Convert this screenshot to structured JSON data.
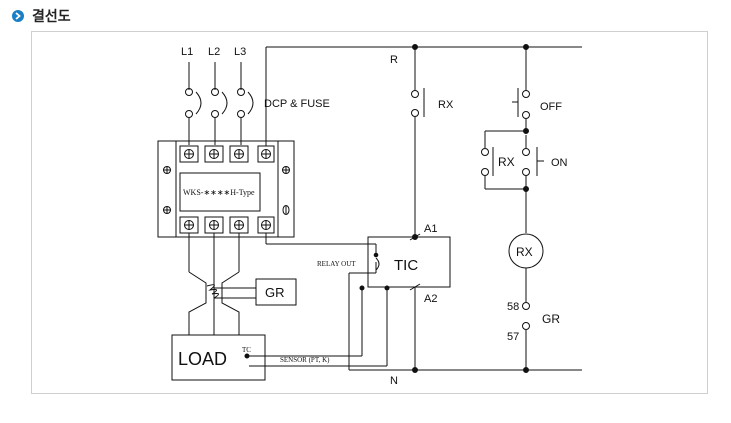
{
  "header": {
    "title": "결선도"
  },
  "diagram": {
    "phase_labels": [
      "L1",
      "L2",
      "L3"
    ],
    "fuse_label": "DCP & FUSE",
    "ssr_label": "WKS-∗∗∗∗H-Type",
    "line_r": "R",
    "line_n": "N",
    "rx_contact": "RX",
    "off_label": "OFF",
    "rx_hold": "RX",
    "on_label": "ON",
    "rx_coil": "RX",
    "tic_label": "TIC",
    "a1_label": "A1",
    "a2_label": "A2",
    "relay_out": "RELAY OUT",
    "gr_box": "GR",
    "load_label": "LOAD",
    "tc_label": "TC",
    "sensor_label": "SENSOR (PT, K)",
    "t58": "58",
    "t57": "57",
    "gr_label": "GR"
  }
}
